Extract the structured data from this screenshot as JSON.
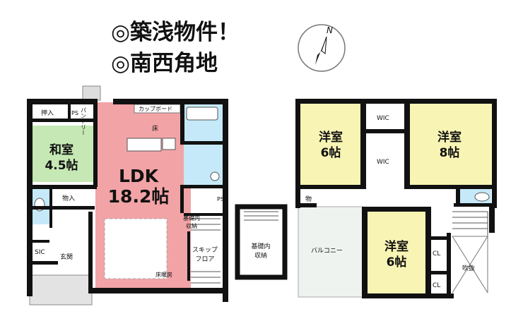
{
  "headlines": [
    "◎築浅物件！",
    "◎南西角地"
  ],
  "compass_letter": "N",
  "first_floor": {
    "washitsu": {
      "name": "和室",
      "size": "4.5帖"
    },
    "ldk": {
      "name": "LDK",
      "size": "18.2帖"
    },
    "oshiire": "押入",
    "ps1": "PS",
    "pantry": "パントリー",
    "cupboard": "カップボード",
    "yuka": "床",
    "monoire": "物入",
    "sic": "SIC",
    "genkan": "玄関",
    "ps2": "PS",
    "kiso_storage_1": "基礎内\n収納",
    "skip_floor": "スキップ\nフロア",
    "floor_heating": "床暖房",
    "kiso_storage_2": "基礎内\n収納"
  },
  "second_floor": {
    "western_a": {
      "name": "洋室",
      "size": "6帖"
    },
    "western_b": {
      "name": "洋室",
      "size": "8帖"
    },
    "western_c": {
      "name": "洋室",
      "size": "6帖"
    },
    "wic_1": "WIC",
    "wic_2": "WIC",
    "monoire": "物",
    "balcony": "バルコニー",
    "cl_1": "CL",
    "cl_2": "CL",
    "fukinuke": "吹抜"
  },
  "colors": {
    "ldk": "#f2a3a6",
    "washitsu": "#c6e8b4",
    "wet_area": "#c5e9f8",
    "western": "#f8f4b4",
    "balcony_floor": "#eef3f0",
    "wall": "#111111"
  }
}
